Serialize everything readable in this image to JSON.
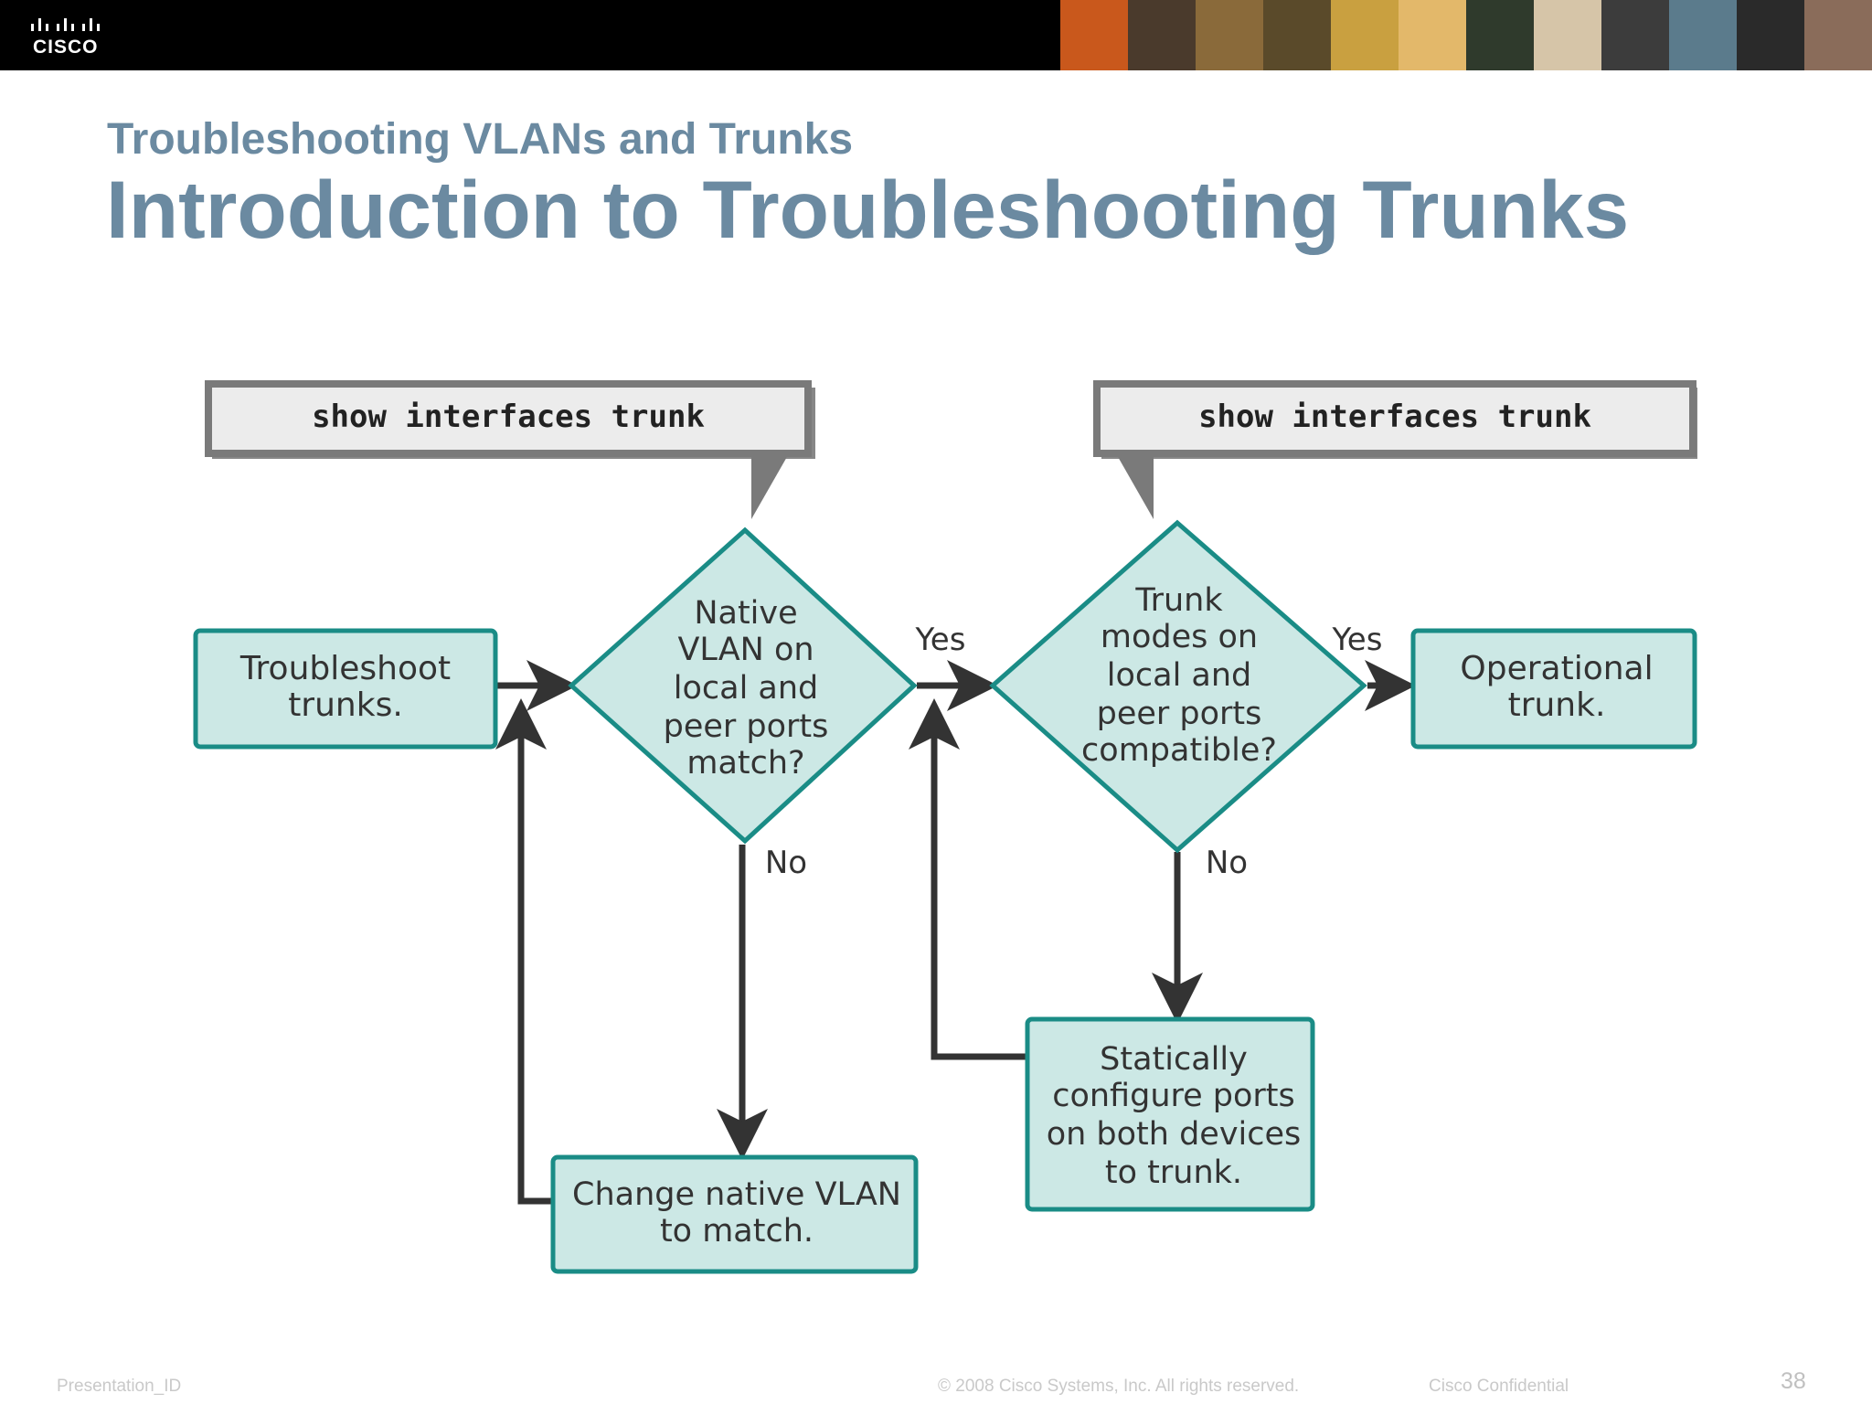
{
  "header": {
    "logo_text": "CISCO",
    "photo_strip_colors": [
      "#c9581c",
      "#4a3a2c",
      "#8a6a3a",
      "#5a4a2a",
      "#c9a040",
      "#e3b86a",
      "#2f3a2c",
      "#d6c5a8",
      "#3c3c3c",
      "#5b7b8c",
      "#2a2a2a",
      "#8a6c5a"
    ]
  },
  "slide": {
    "subtitle": "Troubleshooting VLANs and Trunks",
    "title": "Introduction to Troubleshooting Trunks"
  },
  "diagram": {
    "colors": {
      "node_fill": "#cce8e5",
      "node_border": "#1a8c86",
      "arrow": "#333333",
      "callout_fill": "#ececec",
      "callout_border": "#7a7a7a"
    },
    "callouts": [
      {
        "text": "show interfaces trunk"
      },
      {
        "text": "show interfaces trunk"
      }
    ],
    "nodes": {
      "start": {
        "lines": [
          "Troubleshoot",
          "trunks."
        ]
      },
      "decision_native_vlan": {
        "lines": [
          "Native",
          "VLAN on",
          "local and",
          "peer ports",
          "match?"
        ]
      },
      "decision_trunk_modes": {
        "lines": [
          "Trunk",
          "modes on",
          "local and",
          "peer ports",
          "compatible?"
        ]
      },
      "end": {
        "lines": [
          "Operational",
          "trunk."
        ]
      },
      "fix_native_vlan": {
        "lines": [
          "Change native VLAN",
          "to match."
        ]
      },
      "fix_trunk_mode": {
        "lines": [
          "Statically",
          "configure ports",
          "on both devices",
          "to trunk."
        ]
      }
    },
    "edge_labels": {
      "yes_1": "Yes",
      "yes_2": "Yes",
      "no_1": "No",
      "no_2": "No"
    }
  },
  "footer": {
    "presentation_id": "Presentation_ID",
    "copyright": "© 2008 Cisco Systems, Inc. All rights reserved.",
    "confidential": "Cisco Confidential",
    "page_number": "38"
  }
}
